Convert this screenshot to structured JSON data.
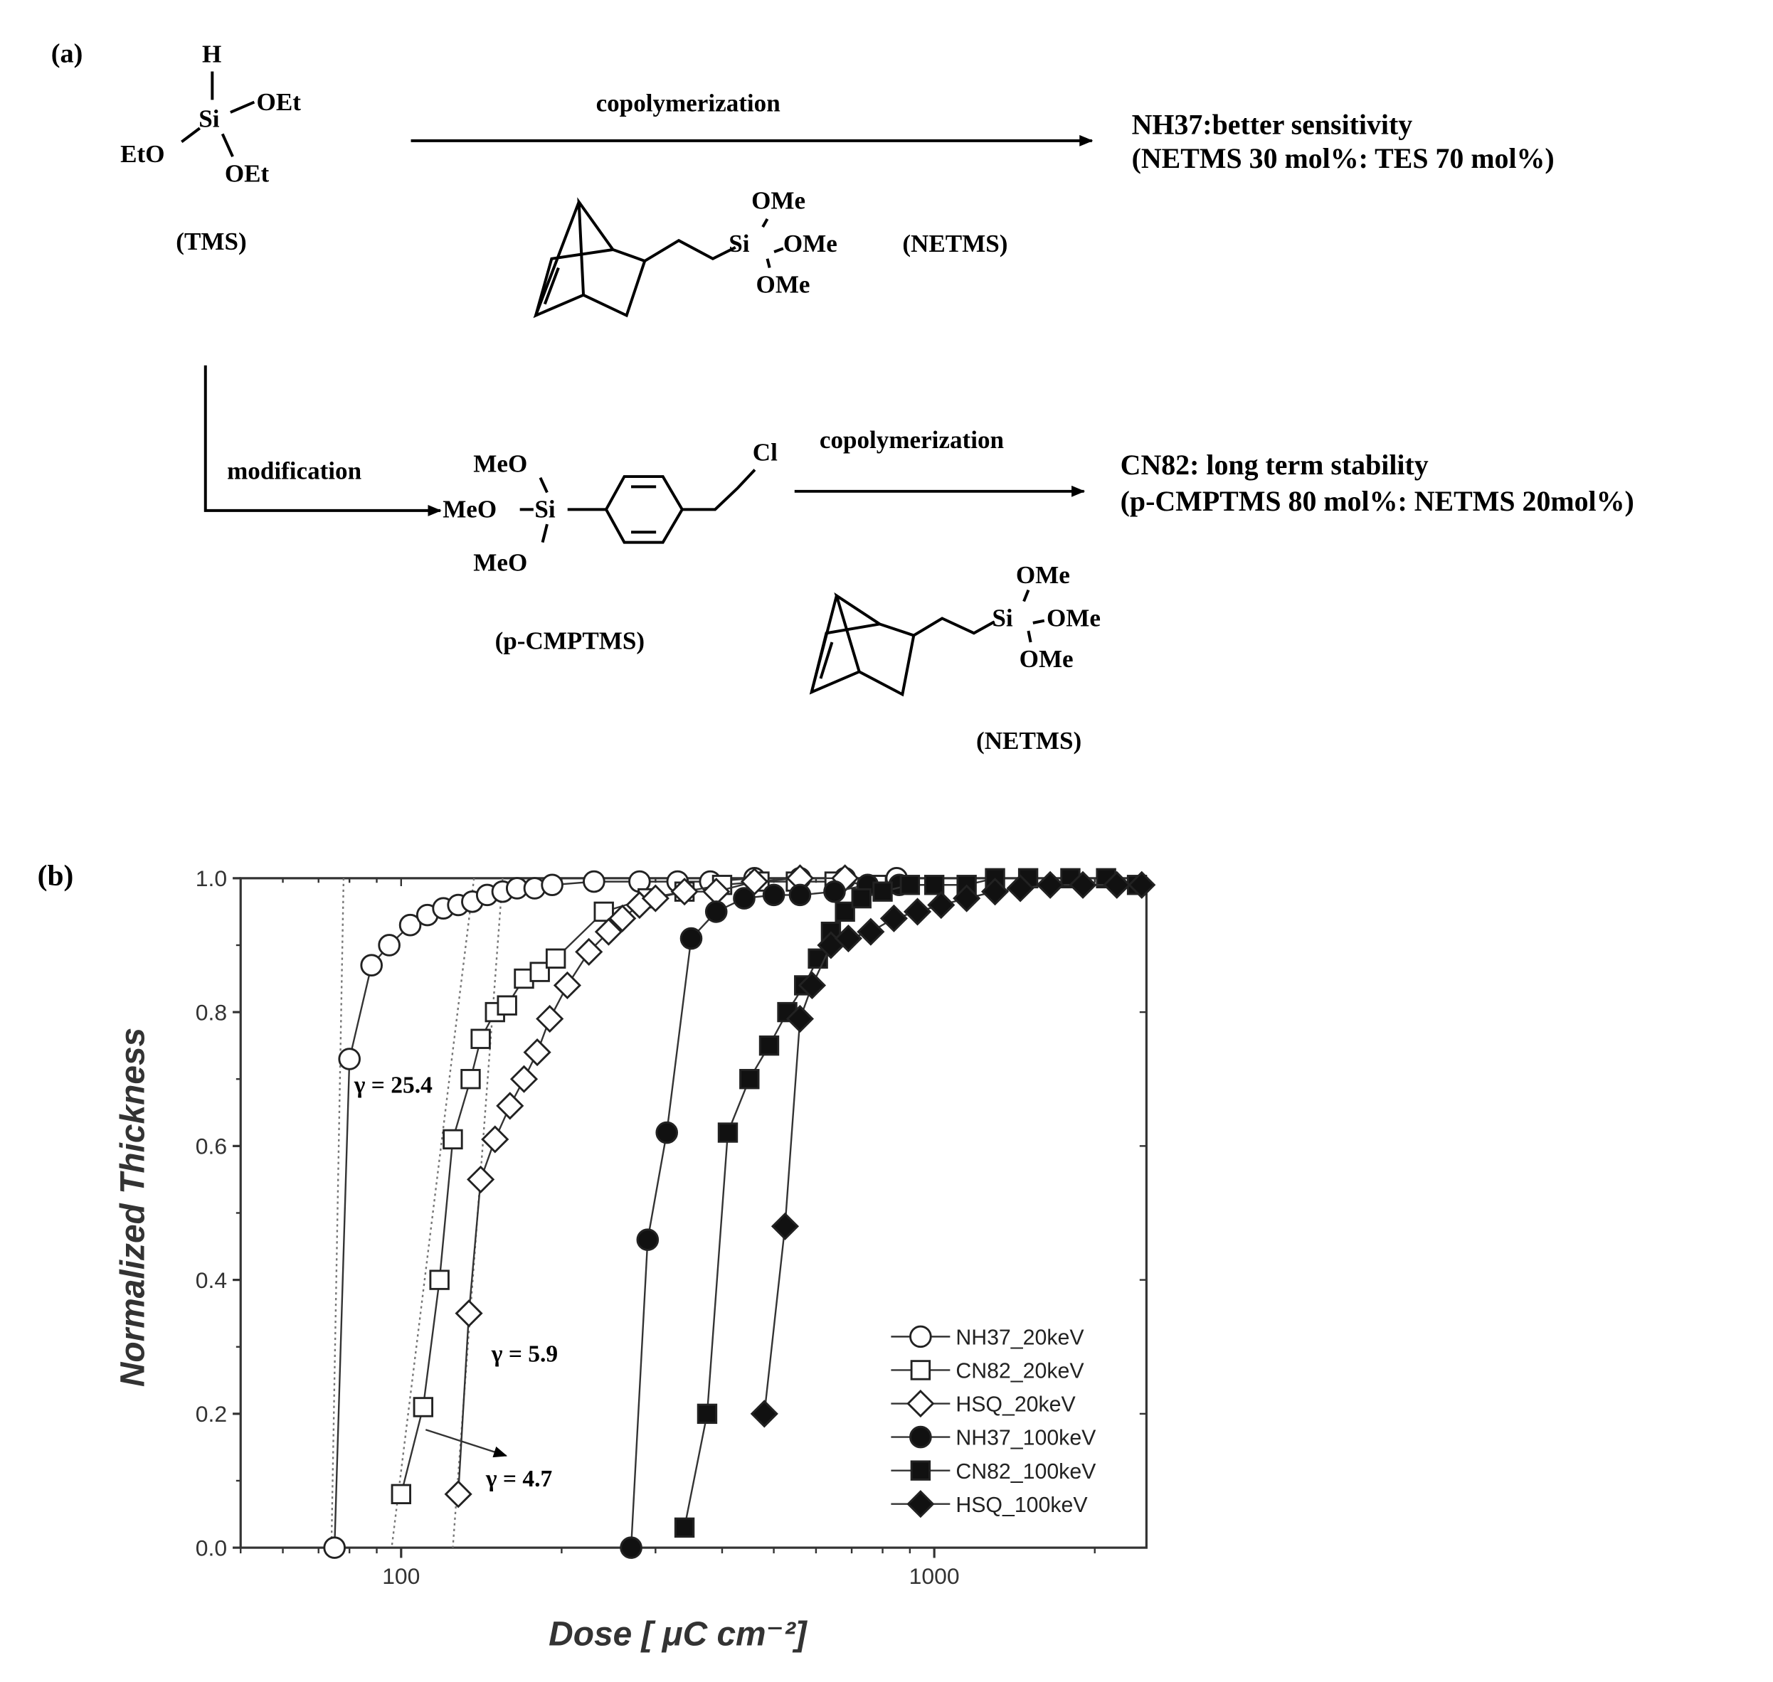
{
  "scheme": {
    "panel_label": "(a)",
    "tms": {
      "h": "H",
      "si": "Si",
      "oet_top": "OEt",
      "eto": "EtO",
      "oet_bottom": "OEt",
      "label": "(TMS)"
    },
    "step1": {
      "arrow_label": "copolymerization",
      "product_line1": "NH37:better sensitivity",
      "product_line2": "(NETMS 30 mol%: TES 70 mol%)"
    },
    "netms": {
      "si": "Si",
      "ome": "OMe",
      "label": "(NETMS)"
    },
    "step2": {
      "arrow_label": "modification"
    },
    "cmptms": {
      "meo": "MeO",
      "si": "Si",
      "cl": "Cl",
      "label": "(p-CMPTMS)"
    },
    "step3": {
      "arrow_label": "copolymerization",
      "product_line1": "CN82: long term stability",
      "product_line2": "(p-CMPTMS 80 mol%: NETMS 20mol%)"
    }
  },
  "plot": {
    "panel_label": "(b)",
    "annotations": {
      "gamma1": "γ = 25.4",
      "gamma2": "γ = 5.9",
      "gamma3": "γ = 4.7"
    }
  },
  "chart_data": {
    "type": "scatter",
    "xlabel": "Dose [ μC cm⁻²]",
    "ylabel": "Normalized Thickness",
    "x_scale": "log",
    "xlim": [
      50,
      2500
    ],
    "ylim": [
      0.0,
      1.0
    ],
    "x_ticks": [
      "100",
      "1000"
    ],
    "y_ticks": [
      "0.0",
      "0.2",
      "0.4",
      "0.6",
      "0.8",
      "1.0"
    ],
    "legend_position": "bottom-right",
    "series": [
      {
        "name": "NH37_20keV",
        "marker": "circle",
        "filled": false,
        "points": [
          [
            75,
            0.0
          ],
          [
            80,
            0.73
          ],
          [
            88,
            0.87
          ],
          [
            95,
            0.9
          ],
          [
            104,
            0.93
          ],
          [
            112,
            0.945
          ],
          [
            120,
            0.955
          ],
          [
            128,
            0.96
          ],
          [
            136,
            0.965
          ],
          [
            145,
            0.975
          ],
          [
            155,
            0.98
          ],
          [
            165,
            0.985
          ],
          [
            178,
            0.985
          ],
          [
            192,
            0.99
          ],
          [
            230,
            0.995
          ],
          [
            280,
            0.995
          ],
          [
            330,
            0.995
          ],
          [
            380,
            0.995
          ],
          [
            460,
            1.0
          ],
          [
            560,
            1.0
          ],
          [
            680,
            1.0
          ],
          [
            850,
            1.0
          ]
        ]
      },
      {
        "name": "CN82_20keV",
        "marker": "square",
        "filled": false,
        "points": [
          [
            100,
            0.08
          ],
          [
            110,
            0.21
          ],
          [
            118,
            0.4
          ],
          [
            125,
            0.61
          ],
          [
            135,
            0.7
          ],
          [
            141,
            0.76
          ],
          [
            150,
            0.8
          ],
          [
            158,
            0.81
          ],
          [
            170,
            0.85
          ],
          [
            182,
            0.86
          ],
          [
            195,
            0.88
          ],
          [
            240,
            0.95
          ],
          [
            290,
            0.97
          ],
          [
            340,
            0.98
          ],
          [
            400,
            0.99
          ],
          [
            470,
            0.995
          ],
          [
            550,
            0.995
          ],
          [
            650,
            0.995
          ],
          [
            780,
            0.99
          ]
        ]
      },
      {
        "name": "HSQ_20keV",
        "marker": "diamond",
        "filled": false,
        "points": [
          [
            128,
            0.08
          ],
          [
            134,
            0.35
          ],
          [
            141,
            0.55
          ],
          [
            150,
            0.61
          ],
          [
            160,
            0.66
          ],
          [
            170,
            0.7
          ],
          [
            180,
            0.74
          ],
          [
            190,
            0.79
          ],
          [
            205,
            0.84
          ],
          [
            225,
            0.89
          ],
          [
            245,
            0.92
          ],
          [
            260,
            0.94
          ],
          [
            280,
            0.96
          ],
          [
            300,
            0.97
          ],
          [
            340,
            0.98
          ],
          [
            390,
            0.98
          ],
          [
            460,
            0.995
          ],
          [
            560,
            1.0
          ],
          [
            680,
            1.0
          ]
        ]
      },
      {
        "name": "NH37_100keV",
        "marker": "circle",
        "filled": true,
        "points": [
          [
            270,
            0.0
          ],
          [
            290,
            0.46
          ],
          [
            315,
            0.62
          ],
          [
            350,
            0.91
          ],
          [
            390,
            0.95
          ],
          [
            440,
            0.97
          ],
          [
            500,
            0.975
          ],
          [
            560,
            0.975
          ],
          [
            650,
            0.98
          ],
          [
            750,
            0.99
          ],
          [
            860,
            0.99
          ]
        ]
      },
      {
        "name": "CN82_100keV",
        "marker": "square",
        "filled": true,
        "points": [
          [
            340,
            0.03
          ],
          [
            375,
            0.2
          ],
          [
            410,
            0.62
          ],
          [
            450,
            0.7
          ],
          [
            490,
            0.75
          ],
          [
            530,
            0.8
          ],
          [
            570,
            0.84
          ],
          [
            605,
            0.88
          ],
          [
            640,
            0.92
          ],
          [
            680,
            0.95
          ],
          [
            730,
            0.97
          ],
          [
            800,
            0.98
          ],
          [
            900,
            0.99
          ],
          [
            1000,
            0.99
          ],
          [
            1150,
            0.99
          ],
          [
            1300,
            1.0
          ],
          [
            1500,
            1.0
          ],
          [
            1800,
            1.0
          ],
          [
            2100,
            1.0
          ],
          [
            2400,
            0.99
          ]
        ]
      },
      {
        "name": "HSQ_100keV",
        "marker": "diamond",
        "filled": true,
        "points": [
          [
            480,
            0.2
          ],
          [
            525,
            0.48
          ],
          [
            560,
            0.79
          ],
          [
            590,
            0.84
          ],
          [
            640,
            0.9
          ],
          [
            690,
            0.91
          ],
          [
            760,
            0.92
          ],
          [
            840,
            0.94
          ],
          [
            930,
            0.95
          ],
          [
            1030,
            0.96
          ],
          [
            1150,
            0.97
          ],
          [
            1300,
            0.98
          ],
          [
            1450,
            0.985
          ],
          [
            1650,
            0.99
          ],
          [
            1900,
            0.99
          ],
          [
            2200,
            0.99
          ],
          [
            2450,
            0.99
          ]
        ]
      }
    ],
    "fit_lines": [
      {
        "points": [
          [
            78,
            1.0
          ],
          [
            74,
            0.0
          ]
        ]
      },
      {
        "points": [
          [
            137,
            1.0
          ],
          [
            96,
            0.0
          ]
        ]
      },
      {
        "points": [
          [
            155,
            1.0
          ],
          [
            125,
            0.0
          ]
        ]
      }
    ]
  }
}
